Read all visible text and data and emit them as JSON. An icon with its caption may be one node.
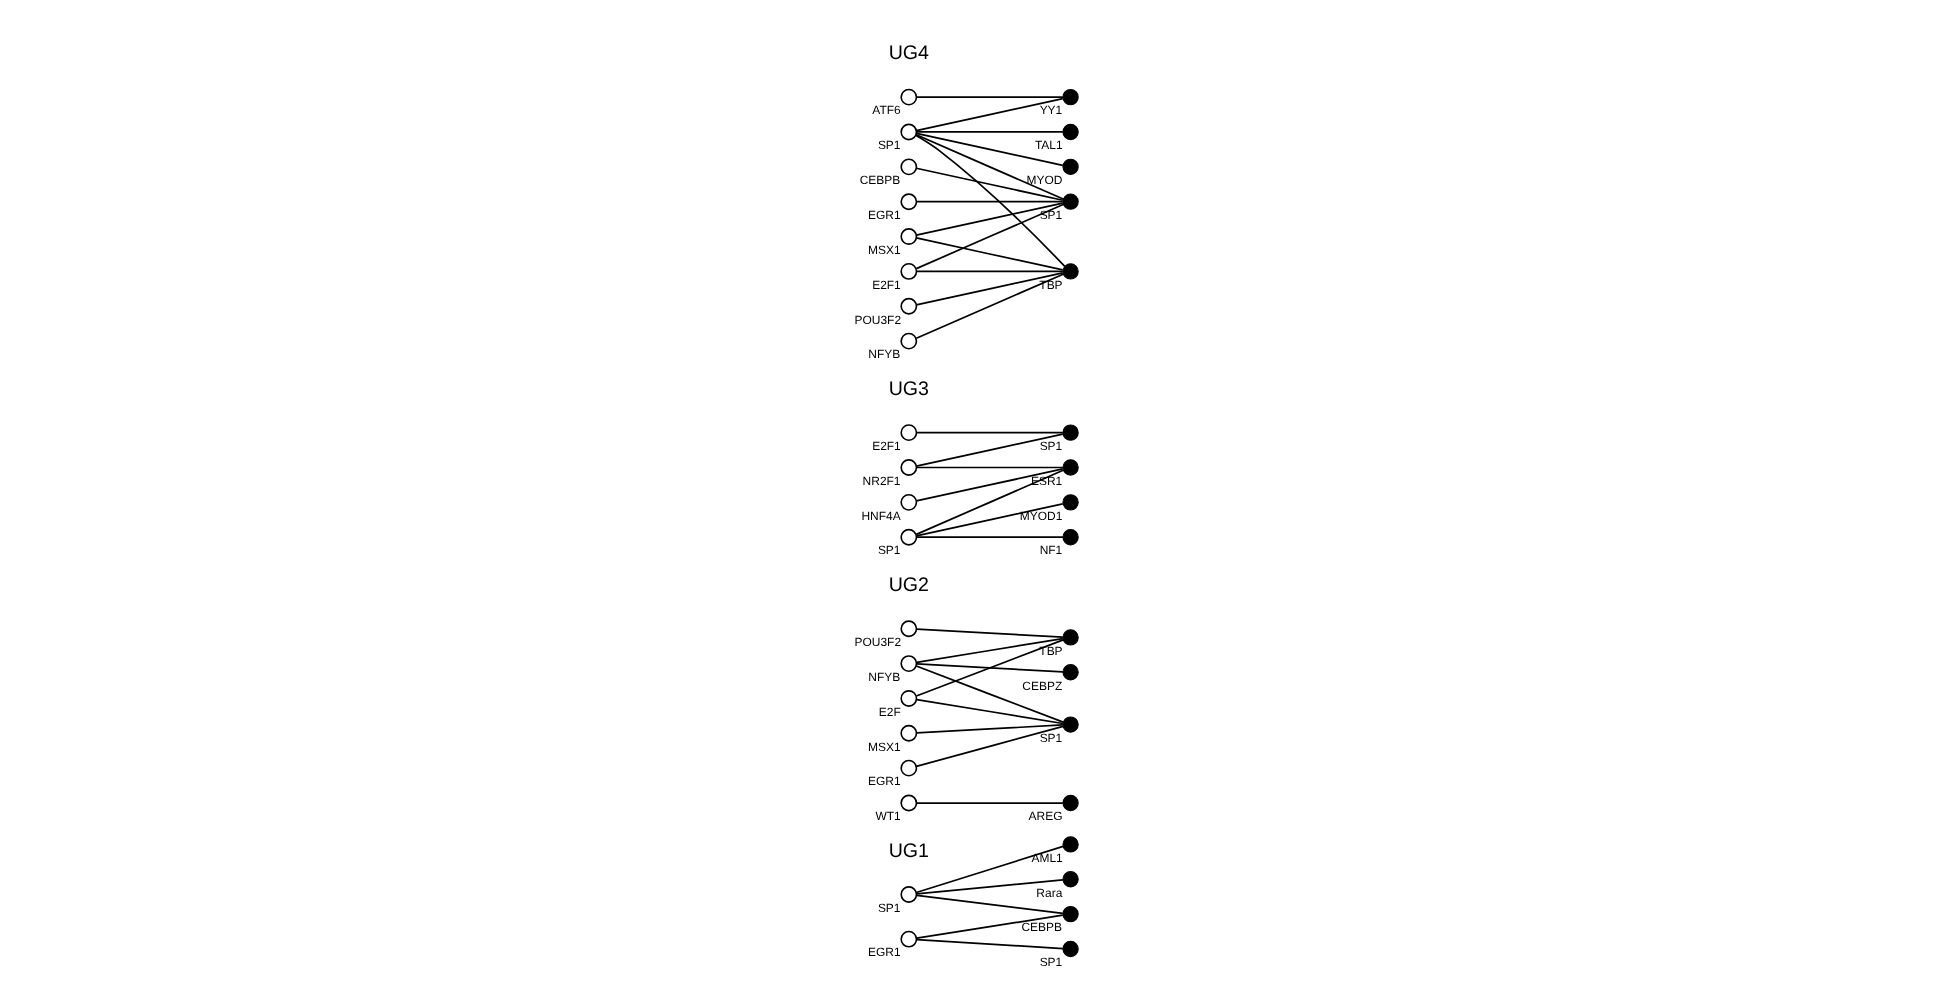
{
  "diagram": {
    "nodes": [
      {
        "text": [],
        "shape": "circle",
        "beside": [
          "SP1"
        ]
      },
      {
        "text": [],
        "shape": "circle",
        "beside": [
          "EGR1"
        ]
      },
      {
        "text": [],
        "shape": "dot",
        "beside": [
          "SP1"
        ]
      },
      {
        "text": [],
        "shape": "dot",
        "beside": [
          "Rara"
        ]
      },
      {
        "text": [],
        "shape": "dot",
        "beside": [
          "CEBPB"
        ]
      },
      {
        "text": [],
        "shape": "dot",
        "beside": [
          "AML1"
        ]
      },
      {
        "text": [],
        "shape": "circle",
        "beside": [
          "NFYB"
        ]
      },
      {
        "text": [],
        "shape": "circle",
        "beside": [
          "POU3F2"
        ]
      },
      {
        "text": [],
        "shape": "circle",
        "beside": [
          "E2F"
        ]
      },
      {
        "text": [],
        "shape": "circle",
        "beside": [
          "WT1"
        ]
      },
      {
        "text": [],
        "shape": "circle",
        "beside": [
          "EGR1"
        ]
      },
      {
        "text": [],
        "shape": "circle",
        "beside": [
          "MSX1"
        ]
      },
      {
        "text": [],
        "shape": "dot",
        "beside": [
          "SP1"
        ]
      },
      {
        "text": [],
        "shape": "dot",
        "beside": [
          "TBP"
        ]
      },
      {
        "text": [],
        "shape": "dot",
        "beside": [
          "CEBPZ"
        ]
      },
      {
        "text": [],
        "shape": "dot",
        "beside": [
          "AREG"
        ]
      },
      {
        "text": [],
        "shape": "circle",
        "beside": [
          "E2F1"
        ]
      },
      {
        "text": [],
        "shape": "circle",
        "beside": [
          "SP1"
        ]
      },
      {
        "text": [],
        "shape": "circle",
        "beside": [
          "NR2F1"
        ]
      },
      {
        "text": [],
        "shape": "circle",
        "beside": [
          "HNF4A"
        ]
      },
      {
        "text": [],
        "shape": "dot",
        "beside": [
          "NF1"
        ]
      },
      {
        "text": [],
        "shape": "dot",
        "beside": [
          "MYOD1"
        ]
      },
      {
        "text": [],
        "shape": "dot",
        "beside": [
          "ESR1"
        ]
      },
      {
        "text": [],
        "shape": "dot",
        "beside": [
          "SP1"
        ]
      },
      {
        "text": [],
        "shape": "circle",
        "beside": [
          "ATF6"
        ]
      },
      {
        "text": [],
        "shape": "circle",
        "beside": [
          "CEBPB"
        ]
      },
      {
        "text": [],
        "shape": "circle",
        "beside": [
          "EGR1"
        ]
      },
      {
        "text": [],
        "shape": "circle",
        "beside": [
          "SP1"
        ]
      },
      {
        "text": [],
        "shape": "circle",
        "beside": [
          "E2F1"
        ]
      },
      {
        "text": [],
        "shape": "circle",
        "beside": [
          "MSX1"
        ]
      },
      {
        "text": [],
        "shape": "circle",
        "beside": [
          "NFYB"
        ]
      },
      {
        "text": [],
        "shape": "circle",
        "beside": [
          "POU3F2"
        ]
      },
      {
        "text": [],
        "shape": "dot",
        "beside": [
          "TAL1"
        ]
      },
      {
        "text": [],
        "shape": "dot",
        "beside": [
          "TBP"
        ]
      },
      {
        "text": [],
        "shape": "dot",
        "beside": [
          "MYOD"
        ]
      },
      {
        "text": [],
        "shape": "dot",
        "beside": [
          "YY1"
        ]
      },
      {
        "text": [],
        "shape": "dot",
        "beside": [
          "SP1"
        ]
      }
    ],
    "edges": [
      {
        "from": 0,
        "to": 3,
        "arrow": "none"
      },
      {
        "from": 0,
        "to": 4,
        "arrow": "none"
      },
      {
        "from": 0,
        "to": 5,
        "arrow": "none"
      },
      {
        "from": 1,
        "to": 2,
        "arrow": "none"
      },
      {
        "from": 1,
        "to": 4,
        "arrow": "none"
      },
      {
        "from": 6,
        "to": 12,
        "arrow": "none"
      },
      {
        "from": 6,
        "to": 13,
        "arrow": "none"
      },
      {
        "from": 6,
        "to": 14,
        "arrow": "none"
      },
      {
        "from": 7,
        "to": 13,
        "arrow": "none"
      },
      {
        "from": 8,
        "to": 12,
        "arrow": "none"
      },
      {
        "from": 8,
        "to": 13,
        "arrow": "none"
      },
      {
        "from": 9,
        "to": 15,
        "arrow": "none"
      },
      {
        "from": 10,
        "to": 12,
        "arrow": "none"
      },
      {
        "from": 11,
        "to": 12,
        "arrow": "none"
      },
      {
        "from": 16,
        "to": 23,
        "arrow": "none"
      },
      {
        "from": 17,
        "to": 20,
        "arrow": "none"
      },
      {
        "from": 17,
        "to": 21,
        "arrow": "none"
      },
      {
        "from": 17,
        "to": 22,
        "arrow": "none"
      },
      {
        "from": 18,
        "to": 22,
        "arrow": "none"
      },
      {
        "from": 18,
        "to": 23,
        "arrow": "none"
      },
      {
        "from": 19,
        "to": 22,
        "arrow": "none"
      },
      {
        "from": 24,
        "to": 35,
        "arrow": "none"
      },
      {
        "from": 25,
        "to": 36,
        "arrow": "none"
      },
      {
        "from": 26,
        "to": 36,
        "arrow": "none"
      },
      {
        "from": 27,
        "to": 32,
        "arrow": "none"
      },
      {
        "from": 27,
        "to": 33,
        "arrow": "none"
      },
      {
        "from": 27,
        "to": 34,
        "arrow": "none"
      },
      {
        "from": 27,
        "to": 35,
        "arrow": "none"
      },
      {
        "from": 27,
        "to": 36,
        "arrow": "none"
      },
      {
        "from": 28,
        "to": 33,
        "arrow": "none"
      },
      {
        "from": 28,
        "to": 36,
        "arrow": "none"
      },
      {
        "from": 29,
        "to": 33,
        "arrow": "none"
      },
      {
        "from": 29,
        "to": 36,
        "arrow": "none"
      },
      {
        "from": 30,
        "to": 33,
        "arrow": "none"
      },
      {
        "from": 31,
        "to": 33,
        "arrow": "none"
      }
    ],
    "labels": [
      "UG1",
      "UG2",
      "UG4",
      "UG3"
    ]
  }
}
